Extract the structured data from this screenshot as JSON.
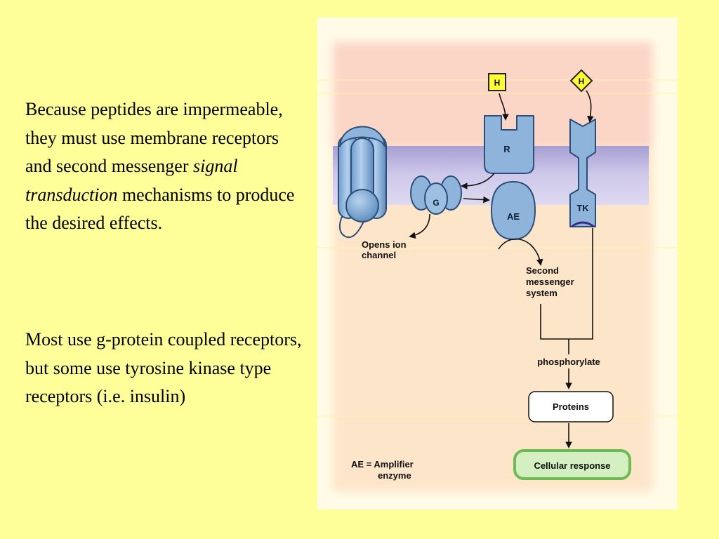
{
  "paragraph1": {
    "part1": "Because peptides are impermeable, they must use membrane receptors and second messenger ",
    "italic": "signal transduction",
    "part2": " mechanisms to produce the desired effects."
  },
  "paragraph2": {
    "text": "Most use g-protein coupled receptors, but some use tyrosine kinase type receptors (i.e. insulin)"
  },
  "diagram": {
    "hormone1_label": "H",
    "hormone2_label": "H",
    "receptor_label": "R",
    "gprotein_label": "G",
    "enzyme_label": "AE",
    "tyrosine_kinase_label": "TK",
    "ion_channel_line1": "Opens ion",
    "ion_channel_line2": "channel",
    "second_messenger_line1": "Second",
    "second_messenger_line2": "messenger",
    "second_messenger_line3": "system",
    "phosphorylate_label": "phosphorylate",
    "proteins_label": "Proteins",
    "response_label": "Cellular response",
    "legend_line1": "AE = Amplifier",
    "legend_line2": "enzyme"
  },
  "colors": {
    "slide_background": "#ffff99",
    "extracellular": "#fbd8c8",
    "cytoplasm": "#fde7cc",
    "membrane": "#b9b2dc",
    "protein_fill": "#8eb4dc",
    "protein_stroke": "#2c4f7a",
    "hormone_fill": "#ffff33",
    "response_fill": "#d4f0c0",
    "response_stroke": "#6dbb55"
  }
}
